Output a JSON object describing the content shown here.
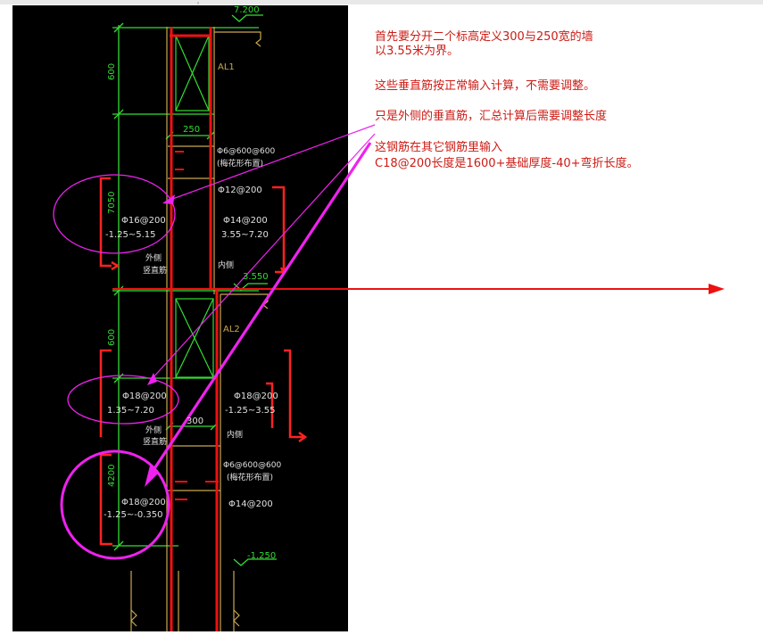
{
  "colors": {
    "cad_background": "#000000",
    "note_text": "#cc1b14",
    "dimension_green": "#33dd33",
    "wall_red": "#ee1111",
    "rebar_red": "#ff2222",
    "marker_magenta": "#ee22ee",
    "wall_outline_tan": "#c8a850",
    "cad_white_text": "#e0e0e0"
  },
  "notes": {
    "line1": "首先要分开二个标高定义300与250宽的墙",
    "line2": "以3.55米为界。",
    "line3": "这些垂直筋按正常输入计算，不需要调整。",
    "line4": "只是外侧的垂直筋，汇总计算后需要调整长度",
    "line5": "这钢筋在其它钢筋里输入",
    "line6": "C18@200长度是1600+基础厚度-40+弯折长度。"
  },
  "drawing": {
    "elevations": {
      "top": "7.200",
      "mid": "3.550",
      "bottom": "-1.250"
    },
    "dimensions": {
      "d600_top": "600",
      "d7050": "7050",
      "d600_mid": "600",
      "d4200": "4200",
      "w250": "250",
      "w300": "300"
    },
    "labels": {
      "al1": "AL1",
      "al2": "AL2",
      "tie_upper_1": "Φ6@600@600",
      "tie_upper_2": "(梅花形布置)",
      "tie_lower_1": "Φ6@600@600",
      "tie_lower_2": "(梅花形布置)",
      "bar_12": "Φ12@200",
      "bar_16": "Φ16@200",
      "range_a": "-1.25~5.15",
      "bar_14_upper": "Φ14@200",
      "range_b": "3.55~7.20",
      "outer_upper_1": "外侧",
      "outer_upper_2": "竖直筋",
      "inner_upper": "内侧",
      "bar_18_mid": "Φ18@200",
      "range_c": "1.35~7.20",
      "bar_18_right": "Φ18@200",
      "range_d": "-1.25~3.55",
      "outer_lower_1": "外侧",
      "outer_lower_2": "竖直筋",
      "inner_lower": "内侧",
      "bar_18_low": "Φ18@200",
      "range_e": "-1.25~-0.350",
      "bar_14_lower": "Φ14@200"
    }
  }
}
